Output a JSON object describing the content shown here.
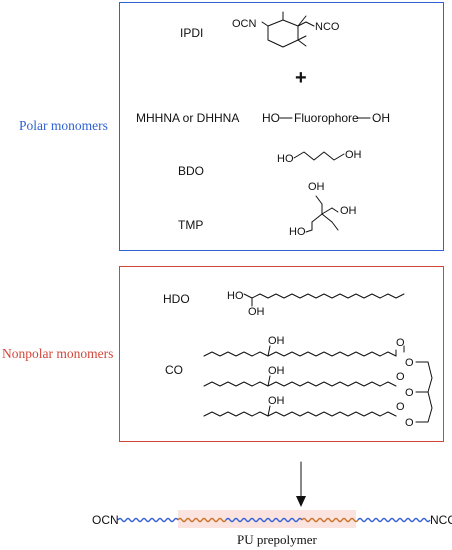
{
  "labels": {
    "polar": "Polar monomers",
    "nonpolar": "Nonpolar monomers",
    "caption": "PU prepolymer"
  },
  "colors": {
    "polar": "#2f62d4",
    "nonpolar": "#d0473a",
    "chain_blue": "#3563d6",
    "chain_orange": "#c8742c"
  },
  "polar_monomers": [
    {
      "name": "IPDI",
      "groups": [
        "OCN",
        "NCO"
      ]
    },
    {
      "name": "MHHNA or DHHNA",
      "formula": [
        "HO",
        "Fluorophore",
        "OH"
      ]
    },
    {
      "name": "BDO",
      "groups": [
        "HO",
        "OH"
      ]
    },
    {
      "name": "TMP",
      "groups": [
        "OH",
        "OH",
        "HO"
      ]
    }
  ],
  "plus_sign": "+",
  "nonpolar_monomers": [
    {
      "name": "HDO",
      "groups": [
        "HO",
        "OH"
      ]
    },
    {
      "name": "CO",
      "groups": [
        "OH",
        "O",
        "O",
        "OH",
        "O",
        "O",
        "OH",
        "O",
        "O"
      ]
    }
  ],
  "prepolymer": {
    "start": "OCN",
    "end": "NCO"
  }
}
